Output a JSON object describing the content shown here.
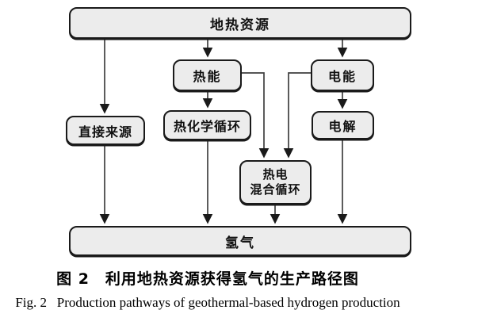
{
  "figure": {
    "nodes": {
      "geothermal": {
        "label": "地热资源"
      },
      "thermal": {
        "label": "热能"
      },
      "electric": {
        "label": "电能"
      },
      "direct": {
        "label": "直接来源"
      },
      "thermochemical": {
        "label": "热化学循环"
      },
      "electrolysis": {
        "label": "电解"
      },
      "hybrid": {
        "line1": "热电",
        "line2": "混合循环"
      },
      "hydrogen": {
        "label": "氢气"
      }
    },
    "edges": [
      {
        "from": "地热资源",
        "to": "直接来源"
      },
      {
        "from": "地热资源",
        "to": "热能"
      },
      {
        "from": "地热资源",
        "to": "电能"
      },
      {
        "from": "热能",
        "to": "热化学循环"
      },
      {
        "from": "热能",
        "to": "热电混合循环"
      },
      {
        "from": "电能",
        "to": "热电混合循环"
      },
      {
        "from": "电能",
        "to": "电解"
      },
      {
        "from": "直接来源",
        "to": "氢气"
      },
      {
        "from": "热化学循环",
        "to": "氢气"
      },
      {
        "from": "热电混合循环",
        "to": "氢气"
      },
      {
        "from": "电解",
        "to": "氢气"
      }
    ],
    "caption": {
      "zh": "图 2　利用地热资源获得氢气的生产路径图",
      "en": "Fig. 2   Production pathways of geothermal-based hydrogen production"
    },
    "colors": {
      "box_fill": "#ececec",
      "box_border": "#1a1a1a",
      "connector_line": "#3f3f3f",
      "background": "#ffffff"
    }
  }
}
